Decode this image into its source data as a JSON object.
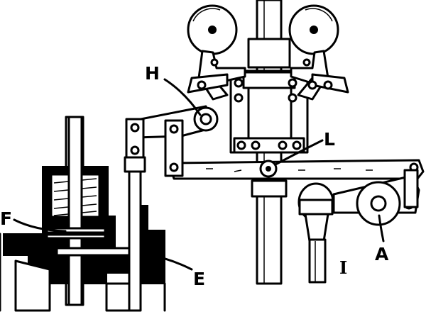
{
  "labels": {
    "H": "H",
    "L": "L",
    "F": "F",
    "E": "E",
    "A": "A",
    "I": "I"
  },
  "colors": {
    "ink": "#000000",
    "paper": "#ffffff"
  }
}
